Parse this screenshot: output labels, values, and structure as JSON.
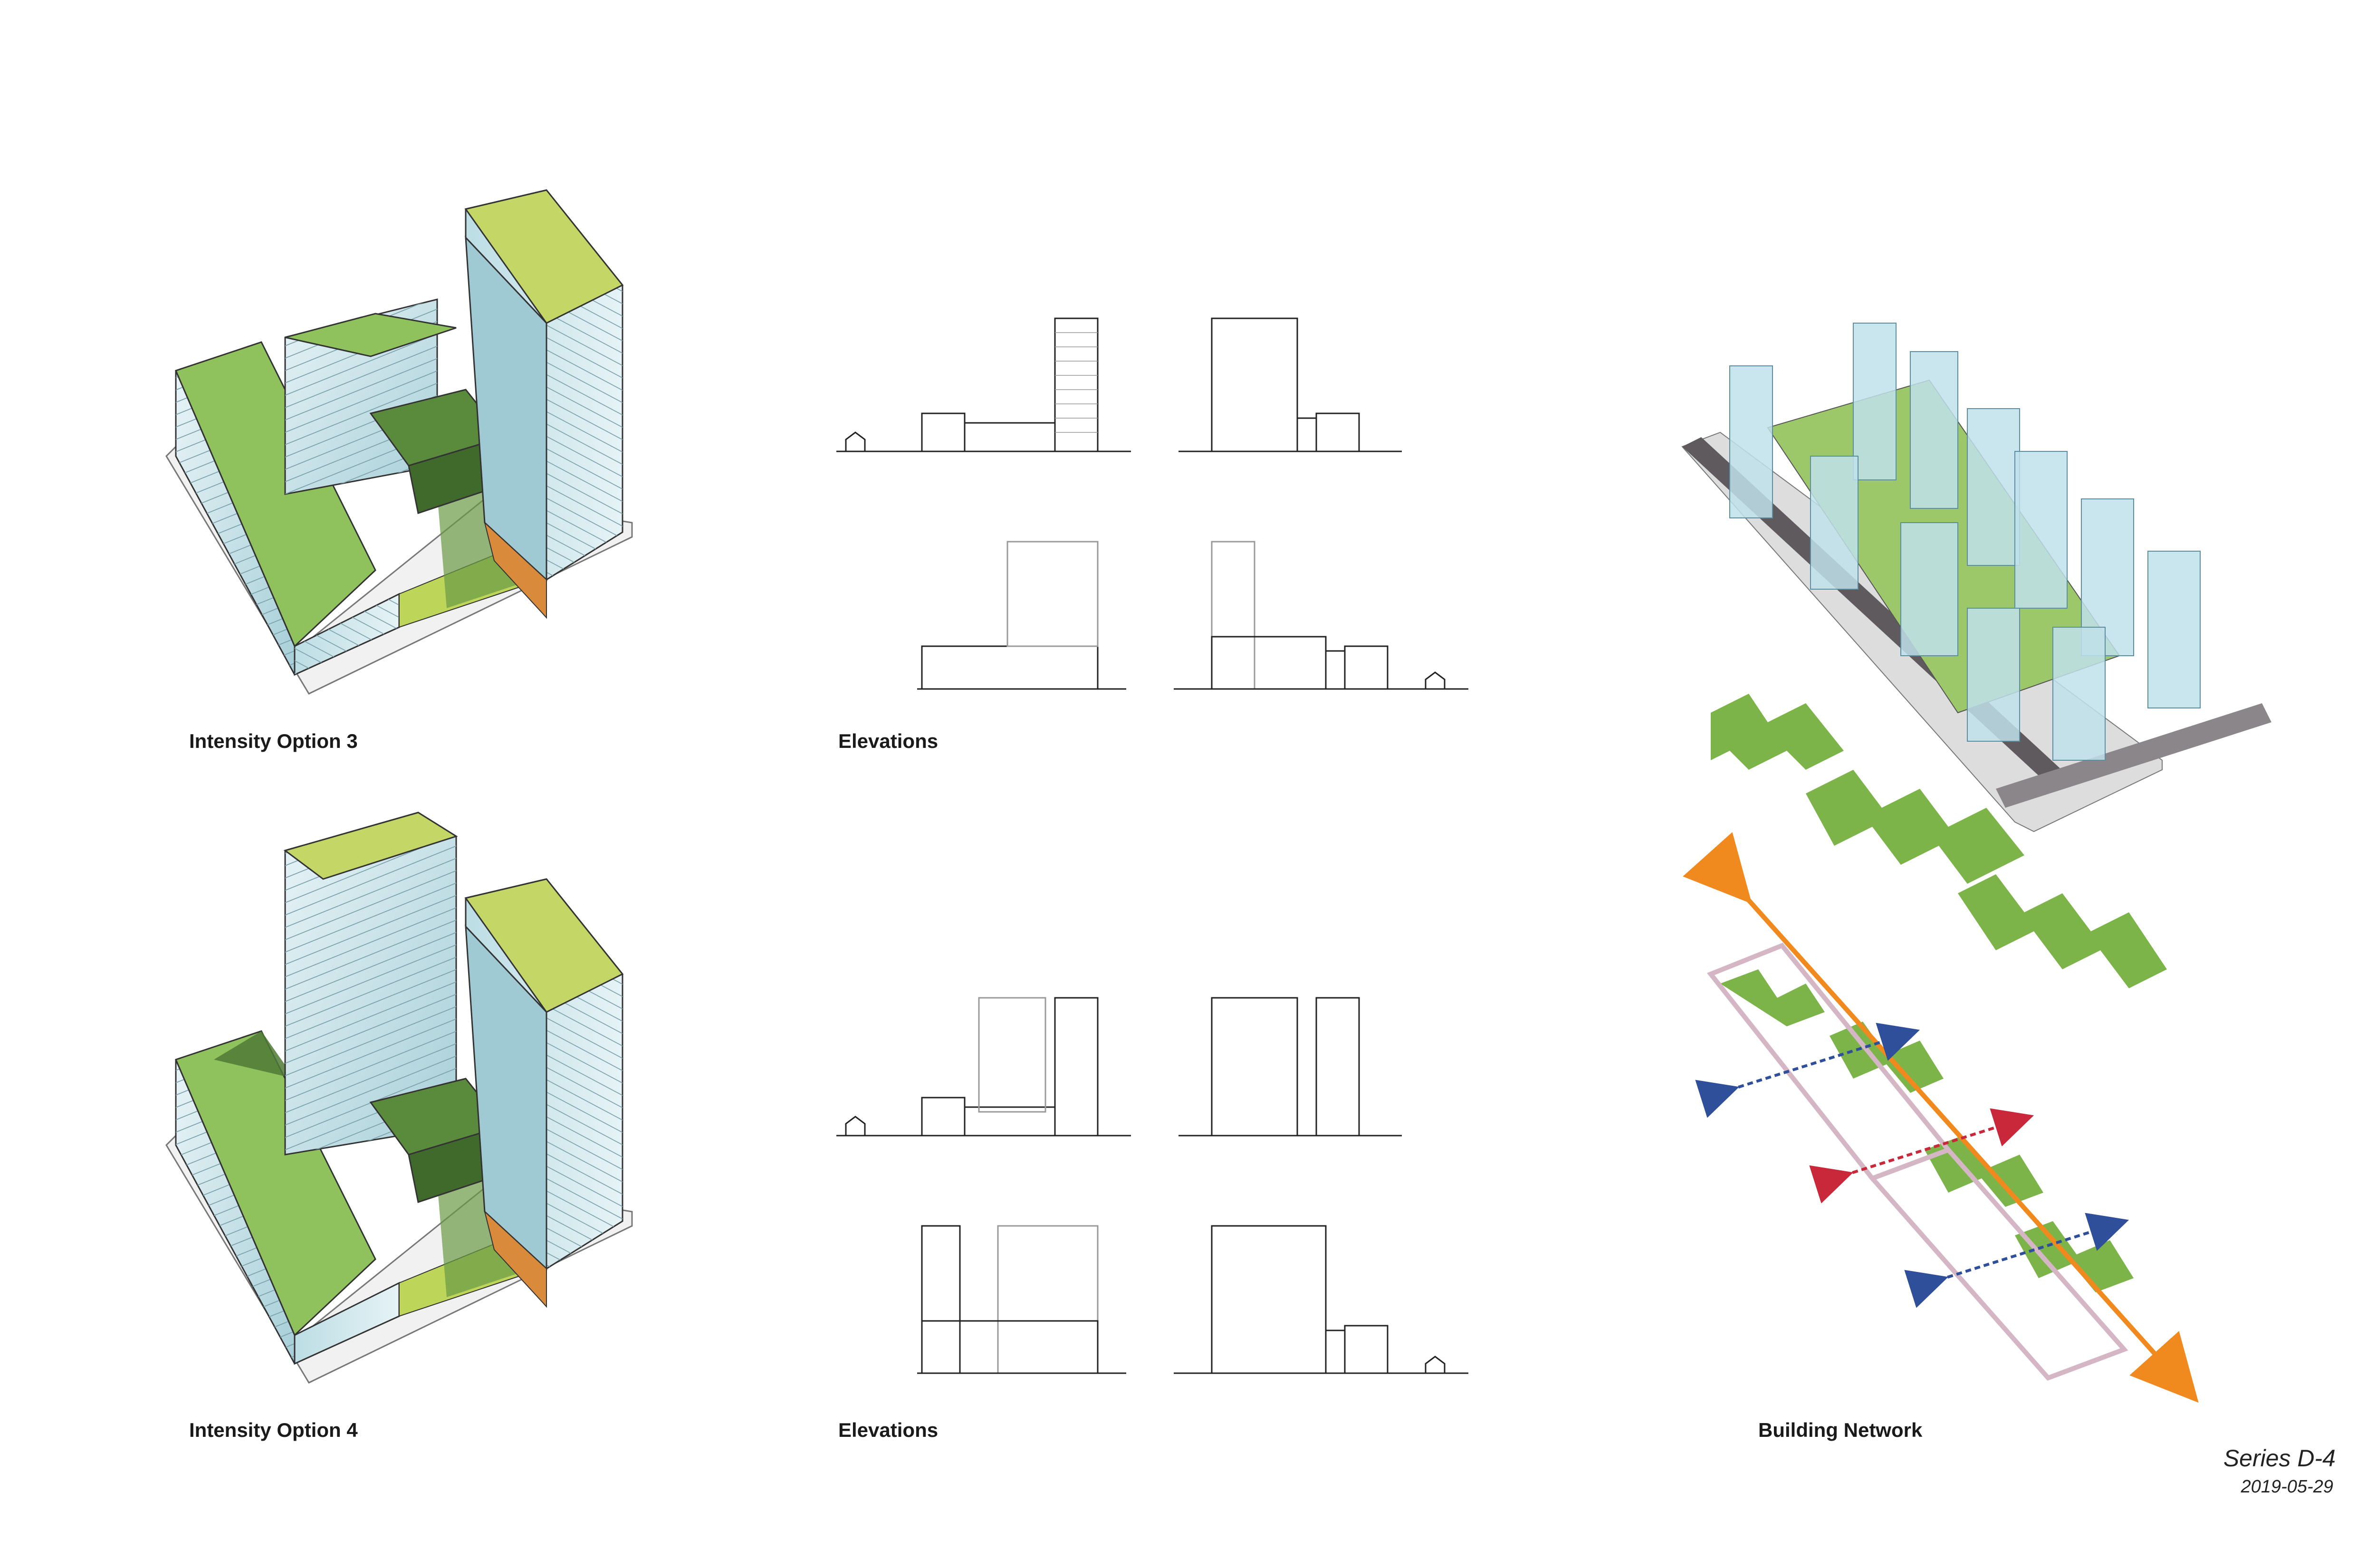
{
  "captions": {
    "option3": "Intensity Option 3",
    "elevations_top": "Elevations",
    "option4": "Intensity Option 4",
    "elevations_bottom": "Elevations",
    "network": "Building Network"
  },
  "series": {
    "label": "Series D-4",
    "date": "2019-05-29"
  },
  "colors": {
    "roof_green": "#8cc25a",
    "roof_yellowgreen": "#c6d86a",
    "glass": "#cfe6ec",
    "glass_dark": "#a9cfd9",
    "courtyard_dark": "#4f7a35",
    "plate_grey": "#e6e6e6",
    "street_grey": "#5e5a5e",
    "path_orange": "#f08a1e",
    "path_blue": "#2f4f9a",
    "path_red": "#c8283a",
    "footprint_green": "#7cb44a"
  }
}
